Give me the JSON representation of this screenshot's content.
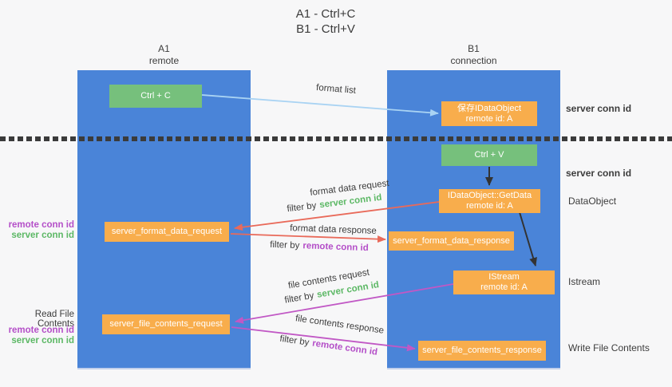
{
  "title": {
    "line1": "A1 - Ctrl+C",
    "line2": "B1 - Ctrl+V"
  },
  "lanes": {
    "a": {
      "title": "A1",
      "subtitle": "remote"
    },
    "b": {
      "title": "B1",
      "subtitle": "connection"
    }
  },
  "nodes": {
    "ctrl_c": "Ctrl + C",
    "ctrl_v": "Ctrl + V",
    "save_dataobject": {
      "line1": "保存IDataObject",
      "line2": "remote id: A"
    },
    "getdata": {
      "line1": "IDataObject::GetData",
      "line2": "remote id: A"
    },
    "istream": {
      "line1": "IStream",
      "line2": "remote id: A"
    },
    "format_request": "server_format_data_request",
    "format_response": "server_format_data_response",
    "file_request": "server_file_contents_request",
    "file_response": "server_file_contents_response"
  },
  "arrow_labels": {
    "format_list": "format list",
    "format_data_request": "format data request",
    "format_data_response": "format data response",
    "file_contents_request": "file contents request",
    "file_contents_response": "file contents response",
    "filter_by": "filter by",
    "server_conn_id": "server conn id",
    "remote_conn_id": "remote conn id"
  },
  "side_labels": {
    "remote_conn_id": "remote conn id",
    "server_conn_id": "server conn id",
    "read_file_contents": "Read File Contents",
    "dataobject": "DataObject",
    "istream": "Istream",
    "write_file_contents": "Write File Contents"
  },
  "colors": {
    "lane_blue": "#4a84d8",
    "box_green": "#76c07c",
    "box_orange": "#f8ad4c",
    "arrow_blue": "#a9d3f3",
    "arrow_red": "#e96a5a",
    "arrow_magenta": "#c158c5",
    "arrow_black": "#333333",
    "text_green": "#5cb865",
    "text_magenta": "#b44fc8"
  }
}
